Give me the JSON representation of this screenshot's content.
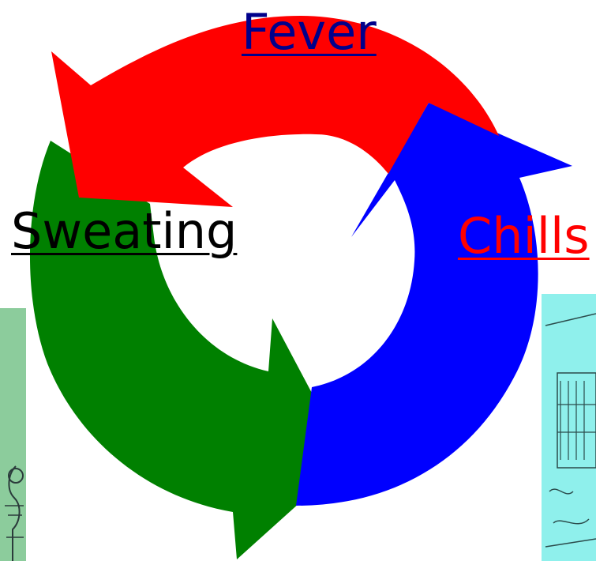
{
  "stages": [
    {
      "id": "fever",
      "label": "Fever",
      "color": "#ff0000"
    },
    {
      "id": "chills",
      "label": "Chills",
      "color": "#0000ff"
    },
    {
      "id": "sweating",
      "label": "Sweating",
      "color": "#008000"
    }
  ],
  "label_colors": {
    "fever": "#00008b",
    "sweating": "#000000",
    "chills": "#ff0000"
  }
}
